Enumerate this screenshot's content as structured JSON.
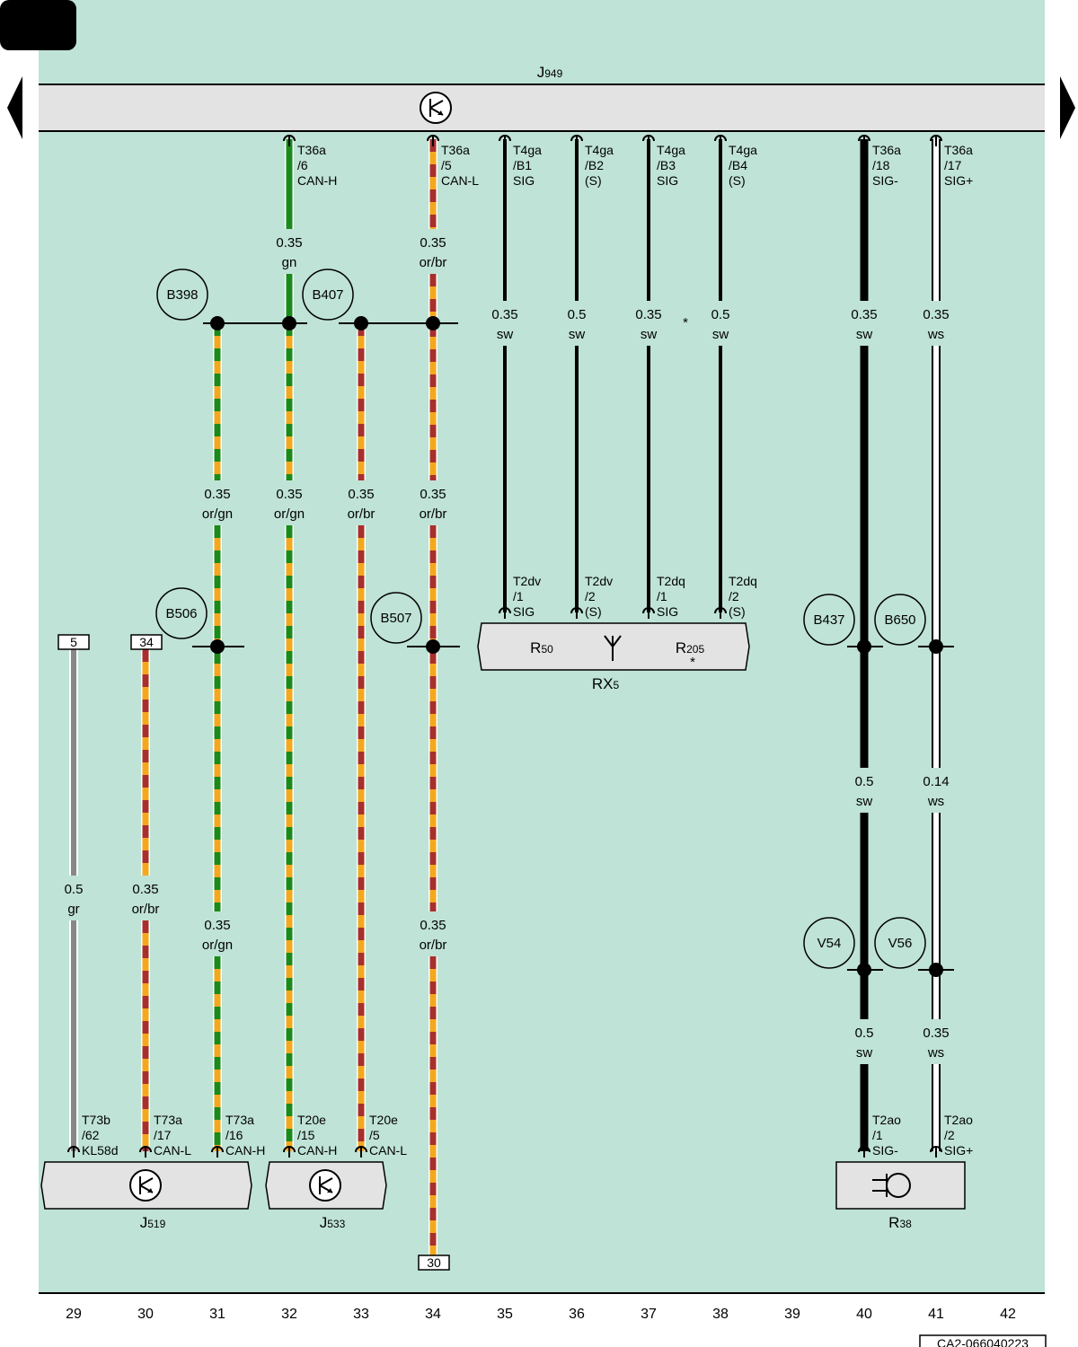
{
  "header_tab": "",
  "drawing_id": "CA2-066040223",
  "colors": {
    "background": "#bfe3d6",
    "component_fill": "#e3e3e3",
    "black": "#000000",
    "green": "#1a8a1a",
    "orange": "#f3a81e",
    "brown": "#a8302c",
    "grey": "#888888",
    "white": "#ffffff"
  },
  "components": {
    "J949": {
      "name": "J",
      "sub": "949",
      "icon": "control-unit-icon"
    },
    "J519": {
      "name": "J",
      "sub": "519",
      "icon": "control-unit-icon"
    },
    "J533": {
      "name": "J",
      "sub": "533",
      "icon": "control-unit-icon"
    },
    "RX5": {
      "name": "RX",
      "sub": "5",
      "parts": [
        {
          "name": "R",
          "sub": "50"
        },
        {
          "name": "R",
          "sub": "205",
          "note": "*"
        }
      ],
      "icon": "antenna-icon"
    },
    "R38": {
      "name": "R",
      "sub": "38",
      "icon": "microphone-icon"
    }
  },
  "wire_specs": {
    "0.35 gn": [
      "0.35",
      "gn"
    ],
    "0.35 or/br": [
      "0.35",
      "or/br"
    ],
    "0.35 or/gn": [
      "0.35",
      "or/gn"
    ],
    "0.35 sw": [
      "0.35",
      "sw"
    ],
    "0.5 sw": [
      "0.5",
      "sw"
    ],
    "0.35 ws": [
      "0.35",
      "ws"
    ],
    "0.14 ws": [
      "0.14",
      "ws"
    ],
    "0.5 gr": [
      "0.5",
      "gr"
    ]
  },
  "top_pins": [
    {
      "col": 32,
      "lines": [
        "T36a",
        "/6",
        "CAN-H"
      ]
    },
    {
      "col": 34,
      "lines": [
        "T36a",
        "/5",
        "CAN-L"
      ]
    },
    {
      "col": 35,
      "lines": [
        "T4ga",
        "/B1",
        "SIG"
      ]
    },
    {
      "col": 36,
      "lines": [
        "T4ga",
        "/B2",
        "(S)"
      ]
    },
    {
      "col": 37,
      "lines": [
        "T4ga",
        "/B3",
        "SIG"
      ]
    },
    {
      "col": 38,
      "lines": [
        "T4ga",
        "/B4",
        "(S)"
      ]
    },
    {
      "col": 40,
      "lines": [
        "T36a",
        "/18",
        "SIG-"
      ]
    },
    {
      "col": 41,
      "lines": [
        "T36a",
        "/17",
        "SIG+"
      ]
    }
  ],
  "rx5_pins": [
    {
      "col": 35,
      "lines": [
        "T2dv",
        "/1",
        "SIG"
      ]
    },
    {
      "col": 36,
      "lines": [
        "T2dv",
        "/2",
        "(S)"
      ]
    },
    {
      "col": 37,
      "lines": [
        "T2dq",
        "/1",
        "SIG"
      ]
    },
    {
      "col": 38,
      "lines": [
        "T2dq",
        "/2",
        "(S)"
      ]
    }
  ],
  "bottom_pins": [
    {
      "col": 29,
      "lines": [
        "T73b",
        "/62",
        "KL58d"
      ]
    },
    {
      "col": 30,
      "lines": [
        "T73a",
        "/17",
        "CAN-L"
      ]
    },
    {
      "col": 31,
      "lines": [
        "T73a",
        "/16",
        "CAN-H"
      ]
    },
    {
      "col": 32,
      "lines": [
        "T20e",
        "/15",
        "CAN-H"
      ]
    },
    {
      "col": 33,
      "lines": [
        "T20e",
        "/5",
        "CAN-L"
      ]
    },
    {
      "col": 40,
      "lines": [
        "T2ao",
        "/1",
        "SIG-"
      ]
    },
    {
      "col": 41,
      "lines": [
        "T2ao",
        "/2",
        "SIG+"
      ]
    }
  ],
  "junctions": [
    "B398",
    "B407",
    "B506",
    "B507",
    "B437",
    "B650",
    "V54",
    "V56"
  ],
  "references": [
    {
      "col": 29,
      "text": "5"
    },
    {
      "col": 30,
      "text": "34"
    },
    {
      "col": 34,
      "text": "30"
    }
  ],
  "asterisk": "*",
  "column_numbers": [
    "29",
    "30",
    "31",
    "32",
    "33",
    "34",
    "35",
    "36",
    "37",
    "38",
    "39",
    "40",
    "41",
    "42"
  ]
}
